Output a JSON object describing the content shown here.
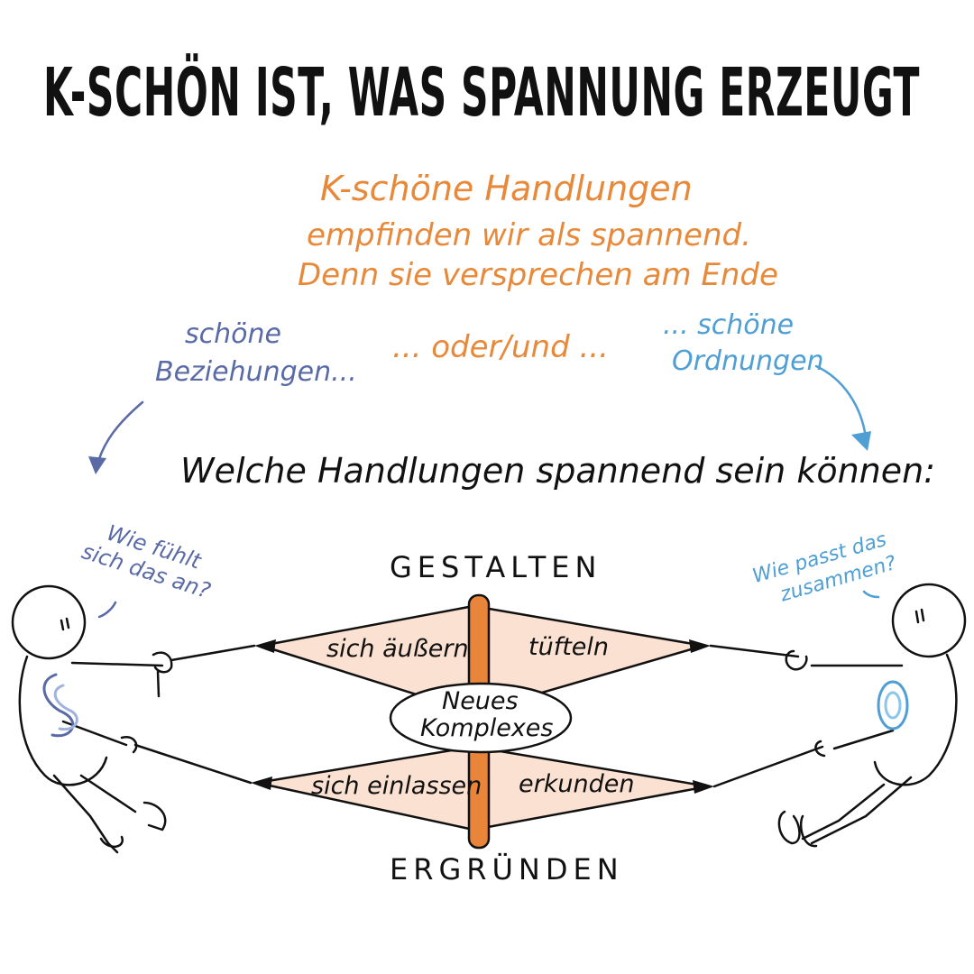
{
  "title": "K-SCHÖN IST, WAS SPANNUNG ERZEUGT",
  "intro": {
    "line1": "K-schöne Handlungen",
    "line2": "empfinden wir als spannend.",
    "line3": "Denn sie versprechen am Ende"
  },
  "left_note": {
    "line1": "schöne",
    "line2": "Beziehungen..."
  },
  "middle_note": "... oder/und ...",
  "right_note": {
    "line1": "... schöne",
    "line2": "Ordnungen"
  },
  "question": "Welche Handlungen spannend sein können:",
  "axis": {
    "top": "GESTALTEN",
    "bottom": "ERGRÜNDEN"
  },
  "quadrants": {
    "top_left": "sich äußern",
    "top_right": "tüfteln",
    "bottom_left": "sich einlassen",
    "bottom_right": "erkunden"
  },
  "center": {
    "line1": "Neues",
    "line2": "Komplexes"
  },
  "left_person_bubble": {
    "line1": "Wie fühlt",
    "line2": "sich das an?"
  },
  "right_person_bubble": {
    "line1": "Wie passt das",
    "line2": "zusammen?"
  },
  "colors": {
    "orange": "#e8893a",
    "blue_dark": "#5a6aa6",
    "blue_light": "#4f9fd4",
    "fill_peach": "#fbe1d2",
    "pole_orange": "#e8853a"
  }
}
